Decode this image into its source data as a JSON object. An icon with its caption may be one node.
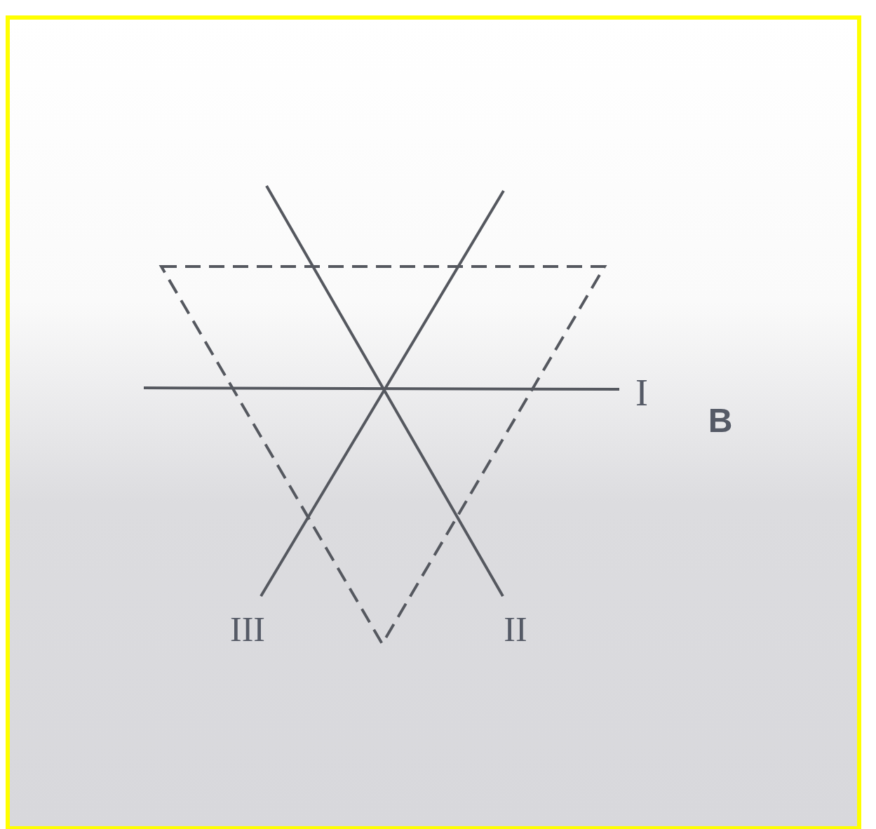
{
  "diagram": {
    "labels": [
      "I",
      "B",
      "III",
      "II"
    ]
  }
}
